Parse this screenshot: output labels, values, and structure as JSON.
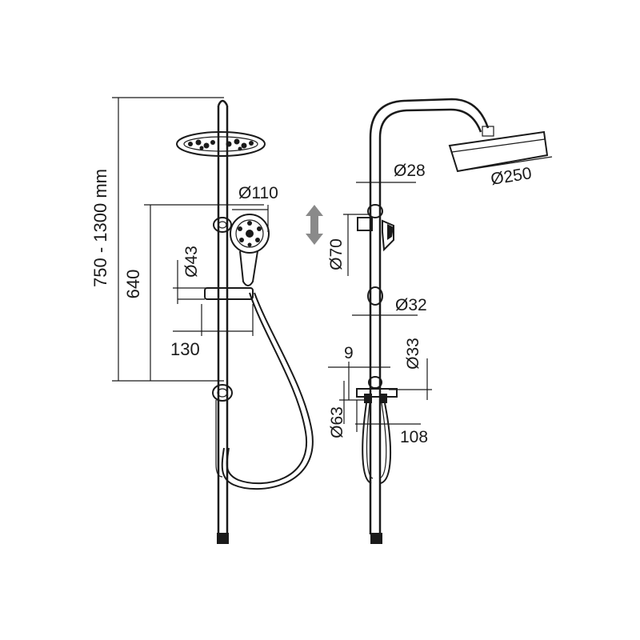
{
  "front_view": {
    "height_range": "750 - 1300 mm",
    "rail_length": "640",
    "handset_diameter": "Ø110",
    "holder_diameter": "Ø43",
    "holder_offset": "130"
  },
  "side_view": {
    "pipe_diameter": "Ø28",
    "head_diameter": "Ø250",
    "connector_diameter": "Ø70",
    "rail_diameter": "Ø32",
    "base_offset": "9",
    "base_diameter_small": "Ø33",
    "wall_bracket_diameter": "Ø63",
    "projection": "108"
  },
  "colors": {
    "line": "#1a1a1a",
    "arrow": "#8a8a8a"
  }
}
